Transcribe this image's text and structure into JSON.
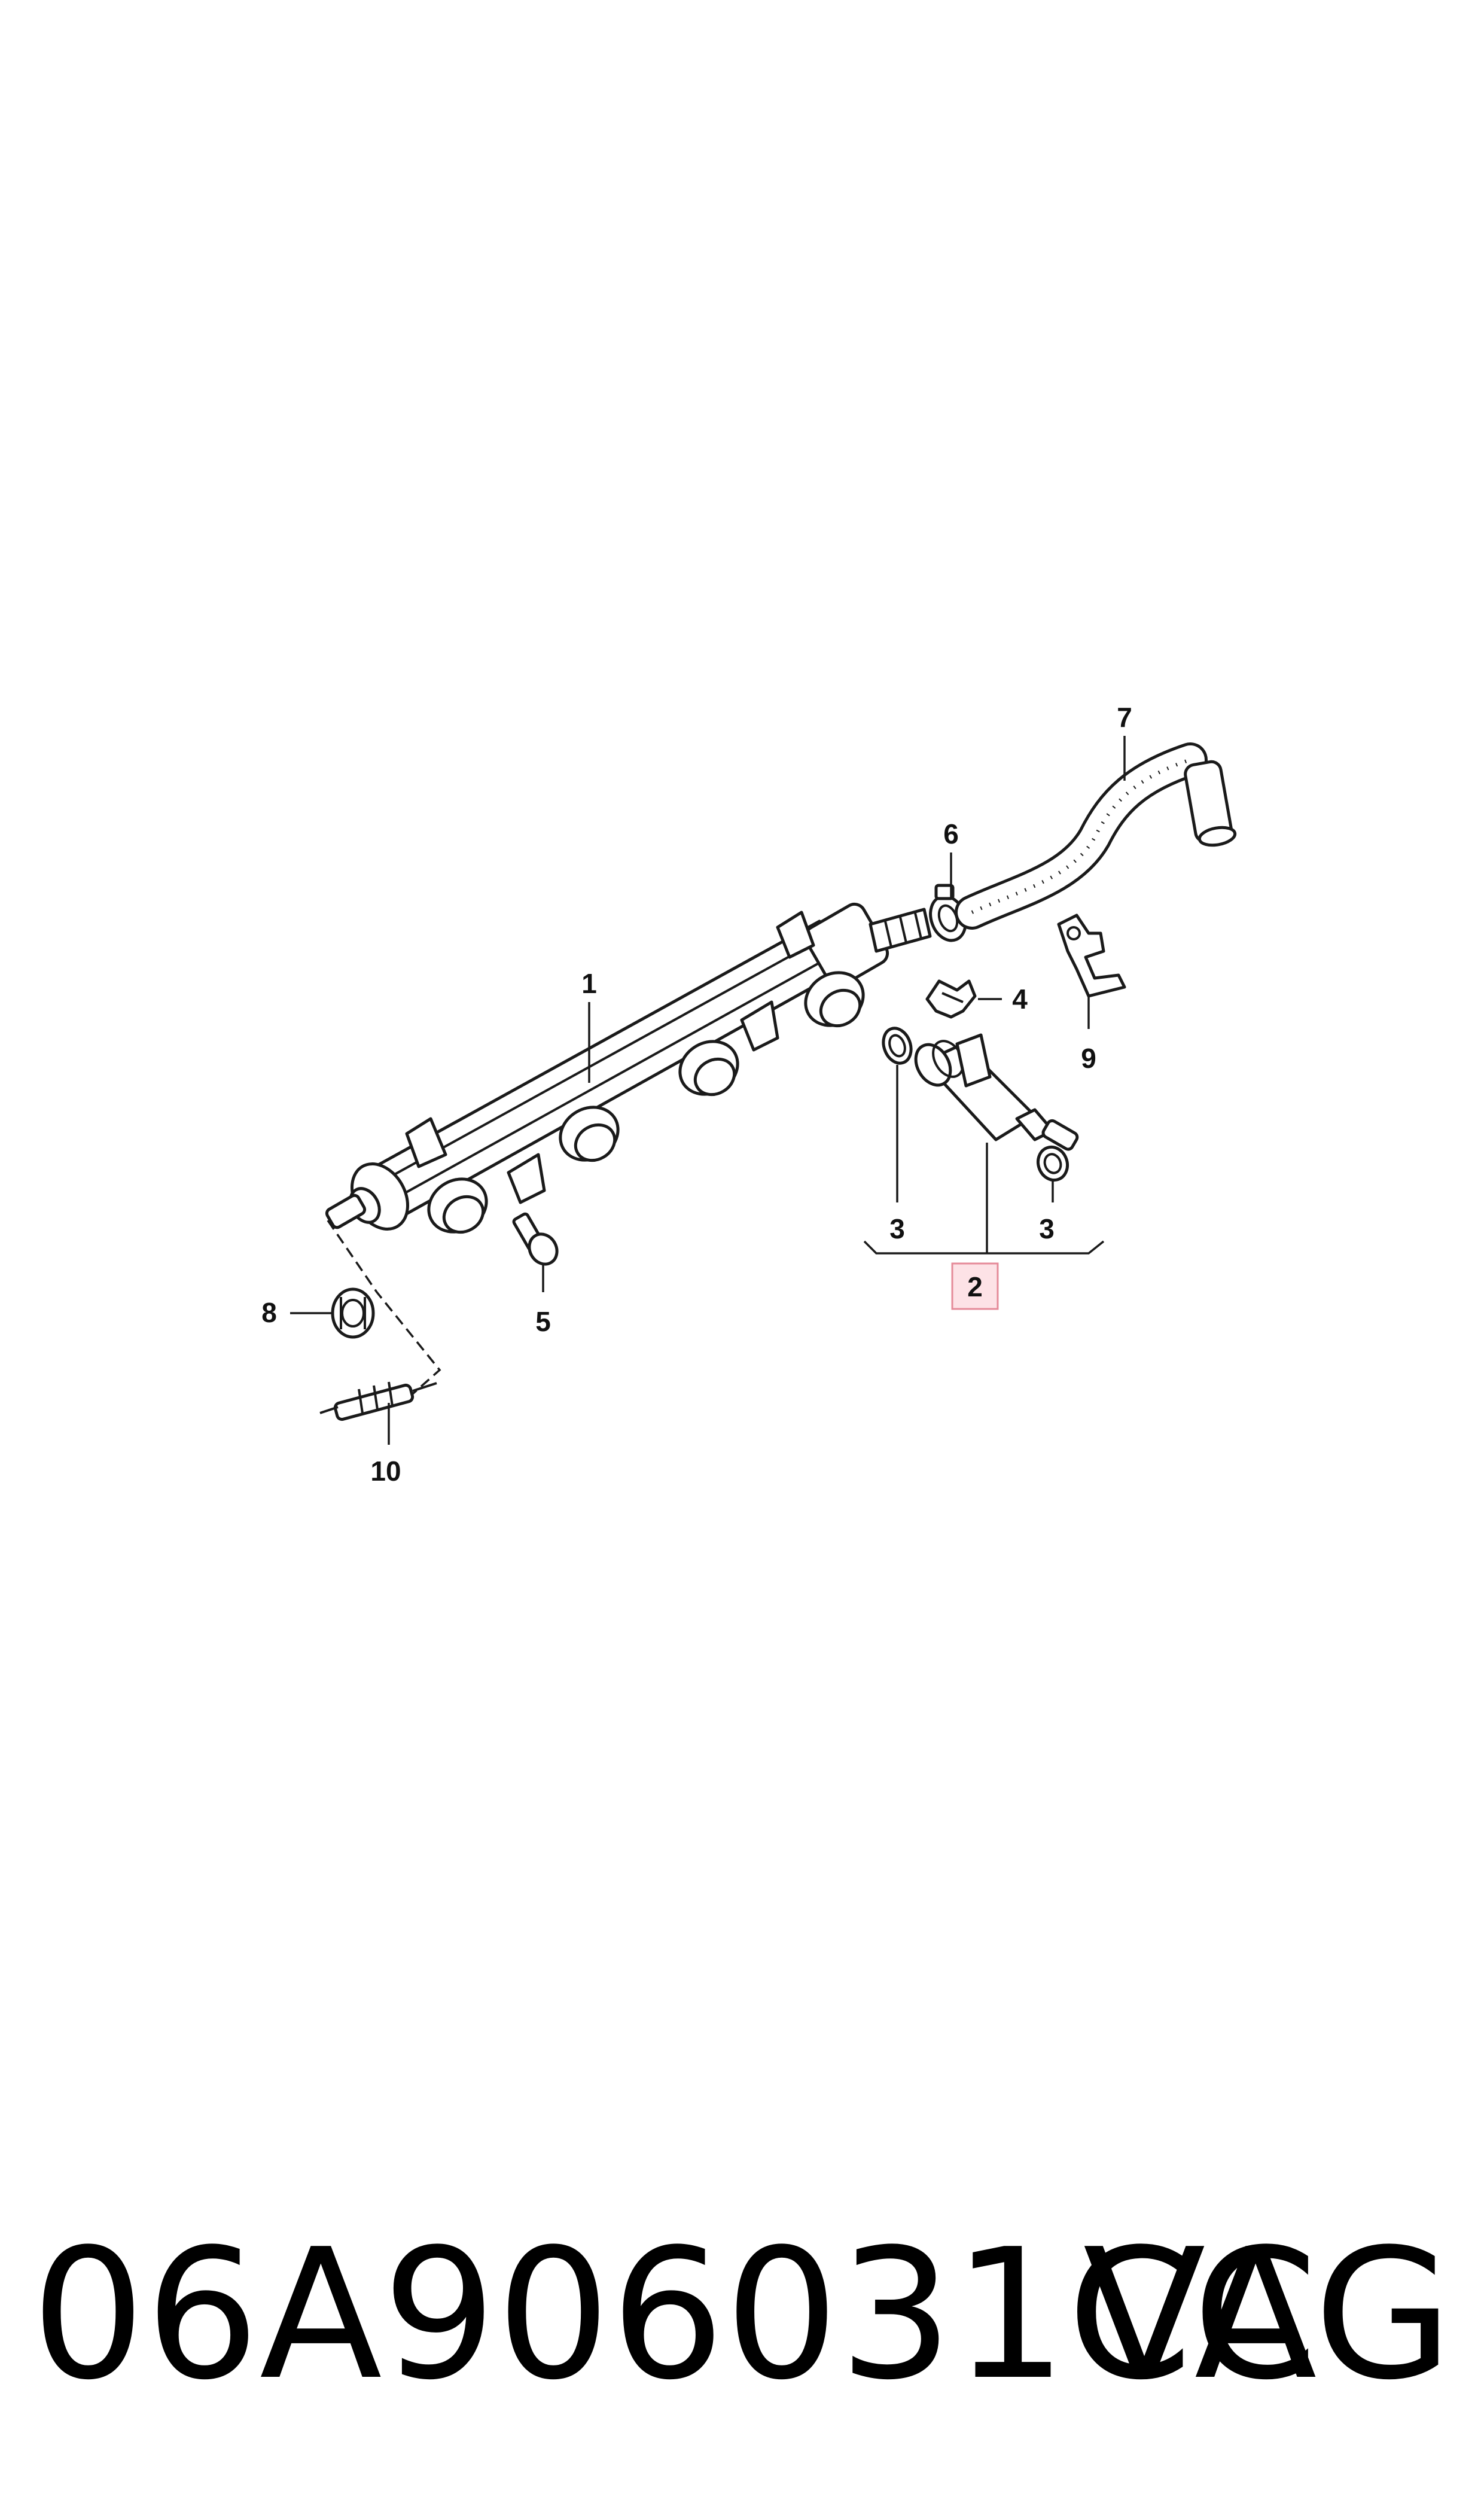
{
  "callouts": {
    "c1": "1",
    "c2": "2",
    "c3a": "3",
    "c3b": "3",
    "c4": "4",
    "c5": "5",
    "c6": "6",
    "c7": "7",
    "c8": "8",
    "c9": "9",
    "c10": "10"
  },
  "footer": {
    "part_number": "06A906031CC",
    "brand": "VAG"
  },
  "colors": {
    "highlight_fill": "#fde2e6",
    "highlight_stroke": "#e58b99",
    "line": "#1a1a1a"
  }
}
